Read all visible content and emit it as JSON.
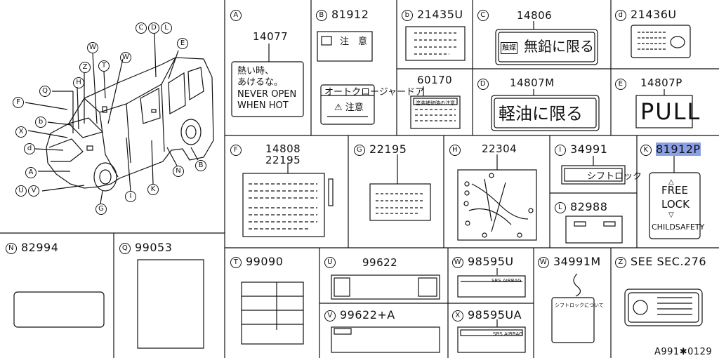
{
  "grid": [
    {
      "key": "A",
      "letter": "A",
      "parts": [
        "14077"
      ],
      "texts": [
        "熱い時、",
        "あけるな。",
        "NEVER OPEN",
        "WHEN HOT"
      ]
    },
    {
      "key": "B",
      "letter": "B",
      "parts": [
        "81912"
      ],
      "texts": [
        "注　意",
        "オートクロージャードア",
        "注意"
      ]
    },
    {
      "key": "b",
      "letter": "b",
      "parts": [
        "21435U",
        "60170"
      ],
      "texts": [
        "塗装補修時の注意"
      ]
    },
    {
      "key": "C",
      "letter": "C",
      "parts": [
        "14806"
      ],
      "texts": [
        "触媒",
        "無鉛に限る"
      ]
    },
    {
      "key": "d",
      "letter": "d",
      "parts": [
        "21436U"
      ],
      "texts": []
    },
    {
      "key": "D",
      "letter": "D",
      "parts": [
        "14807M"
      ],
      "texts": [
        "軽油に限る"
      ]
    },
    {
      "key": "E",
      "letter": "E",
      "parts": [
        "14807P"
      ],
      "texts": [
        "PULL"
      ]
    },
    {
      "key": "F",
      "letter": "F",
      "parts": [
        "14808",
        "22195"
      ],
      "texts": []
    },
    {
      "key": "G",
      "letter": "G",
      "parts": [
        "22195"
      ],
      "texts": []
    },
    {
      "key": "H",
      "letter": "H",
      "parts": [
        "22304"
      ],
      "texts": []
    },
    {
      "key": "I",
      "letter": "I",
      "parts": [
        "34991"
      ],
      "texts": [
        "シフトロック"
      ]
    },
    {
      "key": "K",
      "letter": "K",
      "parts": [
        "81912P"
      ],
      "texts": [
        "FREE",
        "LOCK",
        "CHILDSAFETY"
      ]
    },
    {
      "key": "L",
      "letter": "L",
      "parts": [
        "82988"
      ],
      "texts": []
    },
    {
      "key": "N",
      "letter": "N",
      "parts": [
        "82994"
      ],
      "texts": []
    },
    {
      "key": "Q",
      "letter": "Q",
      "parts": [
        "99053"
      ],
      "texts": []
    },
    {
      "key": "T",
      "letter": "T",
      "parts": [
        "99090"
      ],
      "texts": []
    },
    {
      "key": "U",
      "letter": "U",
      "parts": [
        "99622"
      ],
      "texts": []
    },
    {
      "key": "V",
      "letter": "V",
      "parts": [
        "99622+A"
      ],
      "texts": []
    },
    {
      "key": "W1",
      "letter": "W",
      "parts": [
        "98595U"
      ],
      "texts": [
        "SRS AIRBAG"
      ]
    },
    {
      "key": "X",
      "letter": "X",
      "parts": [
        "98595UA"
      ],
      "texts": [
        "SRS AIRBAG"
      ]
    },
    {
      "key": "W2",
      "letter": "W",
      "parts": [
        "34991M"
      ],
      "texts": [
        "シフトロックについて"
      ]
    },
    {
      "key": "Z",
      "letter": "Z",
      "parts": [
        "SEE SEC.276"
      ],
      "texts": []
    }
  ],
  "callouts": [
    "C",
    "D",
    "L",
    "W",
    "E",
    "T",
    "W",
    "Z",
    "H",
    "Q",
    "F",
    "b",
    "X",
    "d",
    "A",
    "U",
    "V",
    "G",
    "I",
    "K",
    "N",
    "B"
  ],
  "footer": "A991✱0129",
  "accent": "#8aa0e6"
}
